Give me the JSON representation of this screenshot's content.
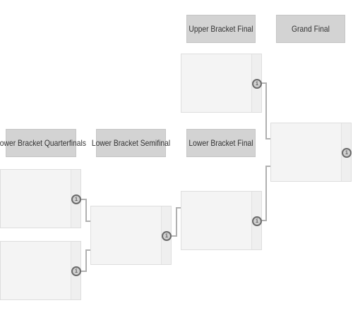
{
  "rounds": {
    "upper_bracket_final": "Upper Bracket Final",
    "grand_final": "Grand Final",
    "lower_bracket_quarterfinals": "Lower Bracket Quarterfinals",
    "lower_bracket_semifinal": "Lower Bracket Semifinal",
    "lower_bracket_final": "Lower Bracket Final"
  },
  "match_info_glyph": "i",
  "colors": {
    "header_bg": "#d3d3d3",
    "match_bg": "#f4f4f4",
    "connector": "#b0b0b0",
    "divider": "#8c8c8c"
  }
}
